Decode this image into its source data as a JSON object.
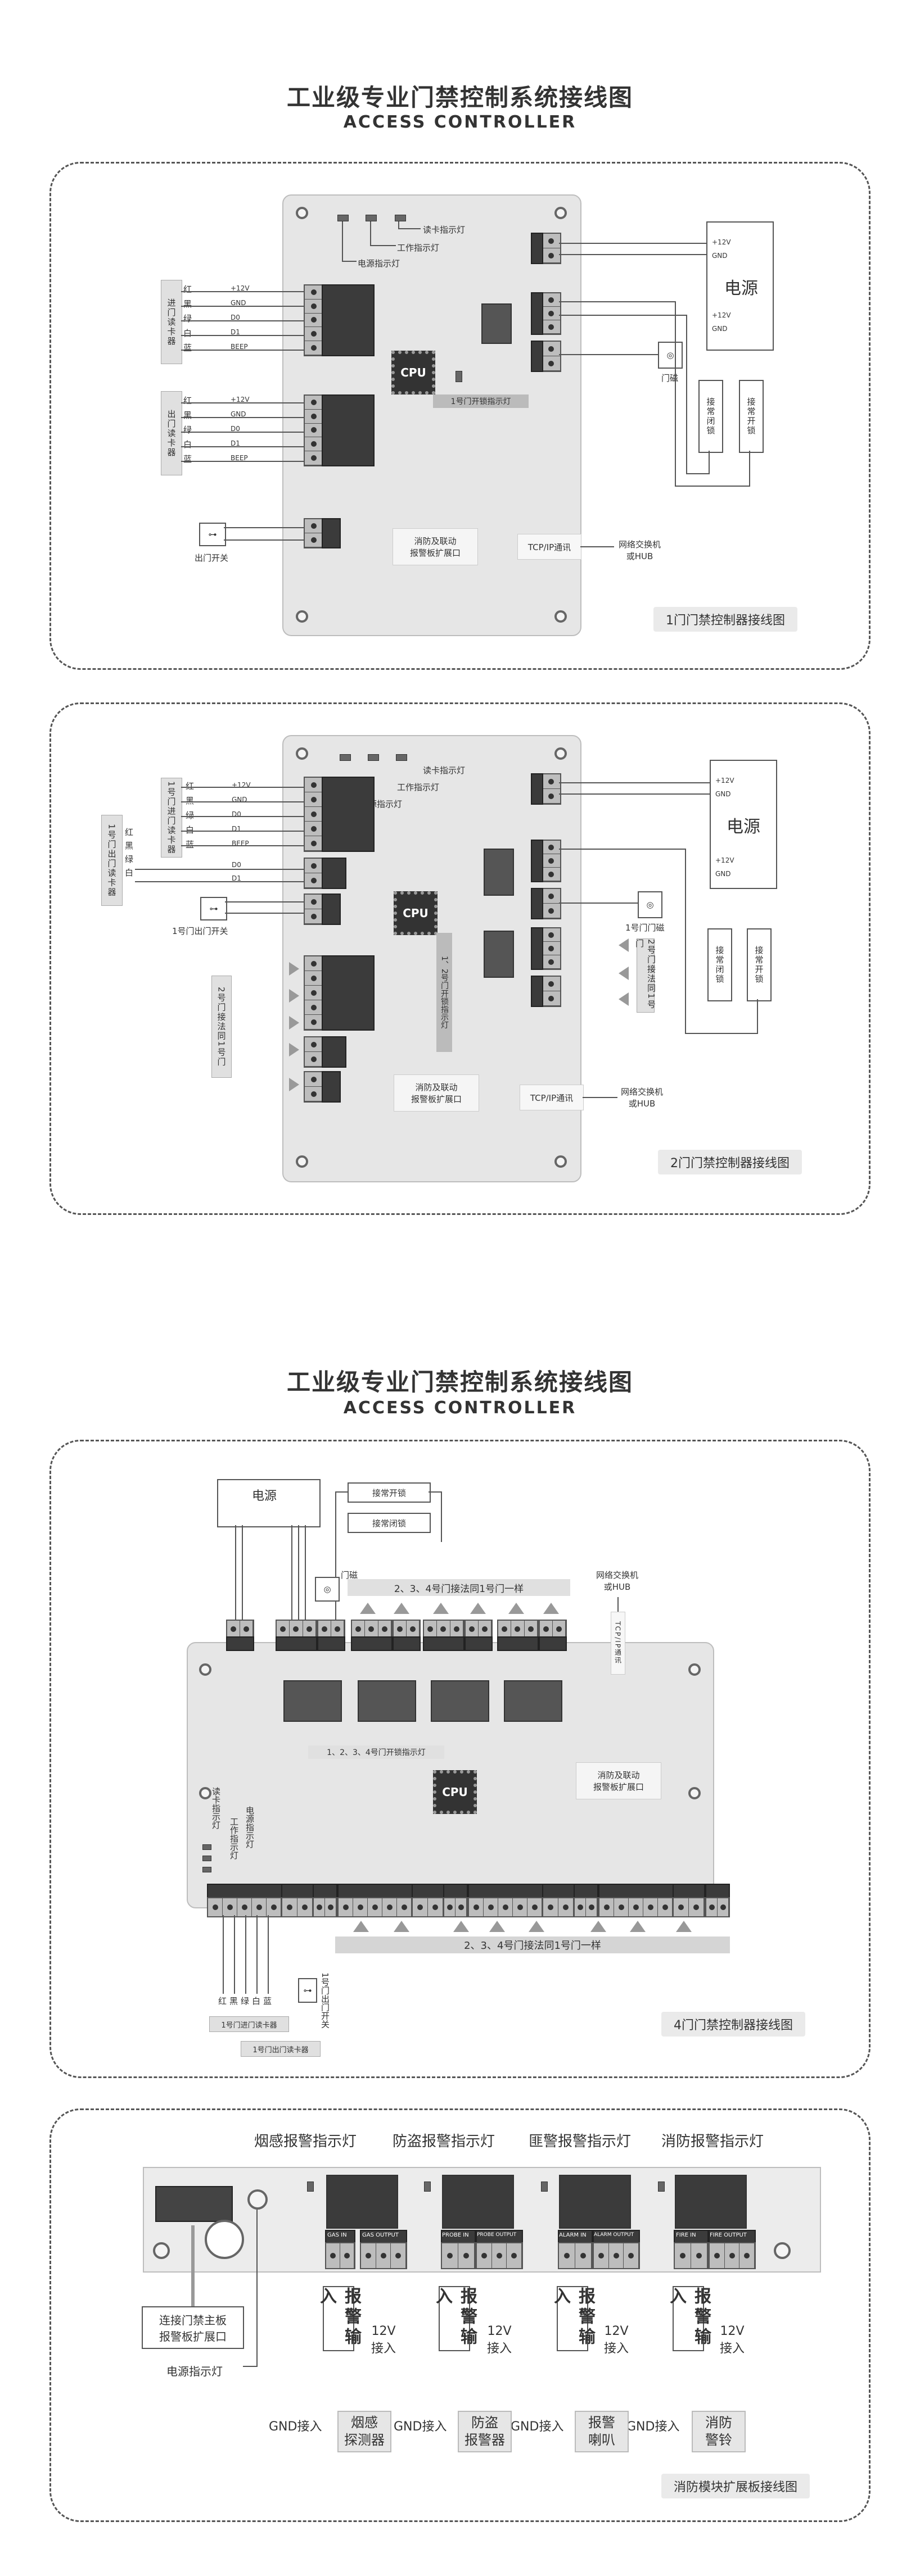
{
  "page": {
    "title_cn": "工业级专业门禁控制系统接线图",
    "title_en": "ACCESS CONTROLLER"
  },
  "d1": {
    "caption": "1门门禁控制器接线图",
    "card_read_led": "读卡指示灯",
    "work_led": "工作指示灯",
    "power_led": "电源指示灯",
    "cpu": "CPU",
    "relay_led": "1号门开锁指示灯",
    "expansion": "消防及联动\n报警板扩展口",
    "tcp": "TCP/IP通讯",
    "switch": "网络交换机\n或HUB",
    "power": "电源",
    "v12": "+12V",
    "gnd": "GND",
    "magnet": "门磁",
    "lock_nc": "接常闭锁",
    "lock_no": "接常开锁",
    "exit_btn": "出门开关",
    "reader_in": "进门读卡器",
    "reader_out": "出门读卡器",
    "wire_colors": [
      "红",
      "黑",
      "绿",
      "白",
      "蓝"
    ],
    "wire_signals": [
      "+12V",
      "GND",
      "D0",
      "D1",
      "BEEP"
    ]
  },
  "d2": {
    "caption": "2门门禁控制器接线图",
    "card_read_led": "读卡指示灯",
    "work_led": "工作指示灯",
    "power_led": "电源指示灯",
    "cpu": "CPU",
    "relay_led": "1、2号门开锁指示灯",
    "expansion": "消防及联动\n报警板扩展口",
    "tcp": "TCP/IP通讯",
    "switch": "网络交换机\n或HUB",
    "power": "电源",
    "v12": "+12V",
    "gnd": "GND",
    "magnet": "1号门门磁",
    "lock_nc": "接常闭锁",
    "lock_no": "接常开锁",
    "exit_btn": "1号门出门开关",
    "reader_1": "1号门进门读卡器",
    "reader_1_out": "1号门出门读卡器",
    "same_as_1": "2号门接法同1号门",
    "same_as_1b": "2号门接法同1号门",
    "wire_colors": [
      "红",
      "黑",
      "绿",
      "白",
      "蓝"
    ],
    "wire_colors_b": [
      "红",
      "黑",
      "绿",
      "白"
    ],
    "wire_signals": [
      "+12V",
      "GND",
      "D0",
      "D1",
      "BEEP"
    ],
    "wire_signals_b": [
      "D0",
      "D1"
    ]
  },
  "d4": {
    "caption": "4门门禁控制器接线图",
    "power": "电源",
    "lock_no": "接常开锁",
    "lock_nc": "接常闭锁",
    "magnet": "门磁",
    "same_top": "2、3、4号门接法同1号门一样",
    "switch": "网络交换机\n或HUB",
    "tcp": "TCP/IP通讯",
    "relay_led": "1、2、3、4号门开锁指示灯",
    "card_read_led": "读卡指示灯",
    "power_led": "电源指示灯",
    "work_led": "工作指示灯",
    "cpu": "CPU",
    "expansion": "消防及联动\n报警板扩展口",
    "same_bottom": "2、3、4号门接法同1号门一样",
    "reader_in": "1号门进门读卡器",
    "reader_out": "1号门出门读卡器",
    "exit_btn": "1号门出门开关",
    "wire_colors": [
      "红",
      "黑",
      "绿",
      "白",
      "蓝"
    ]
  },
  "fire": {
    "caption": "消防模块扩展板接线图",
    "indicators": [
      "烟感报警指示灯",
      "防盗报警指示灯",
      "匪警报警指示灯",
      "消防报警指示灯"
    ],
    "connector": "连接门禁主板\n报警板扩展口",
    "power_led": "电源指示灯",
    "in_labels": [
      "GAS IN",
      "PROBE IN",
      "ALARM IN",
      "FIRE IN"
    ],
    "out_labels": [
      "GAS OUTPUT",
      "PROBE OUTPUT",
      "ALARM OUTPUT",
      "FIRE OUTPUT"
    ],
    "alarm_input": "报警输入",
    "v12_input": "12V\n接入",
    "gnd_input": "GND接入",
    "devices": [
      "烟感\n探测器",
      "防盗\n报警器",
      "报警\n喇叭",
      "消防\n警铃"
    ]
  }
}
